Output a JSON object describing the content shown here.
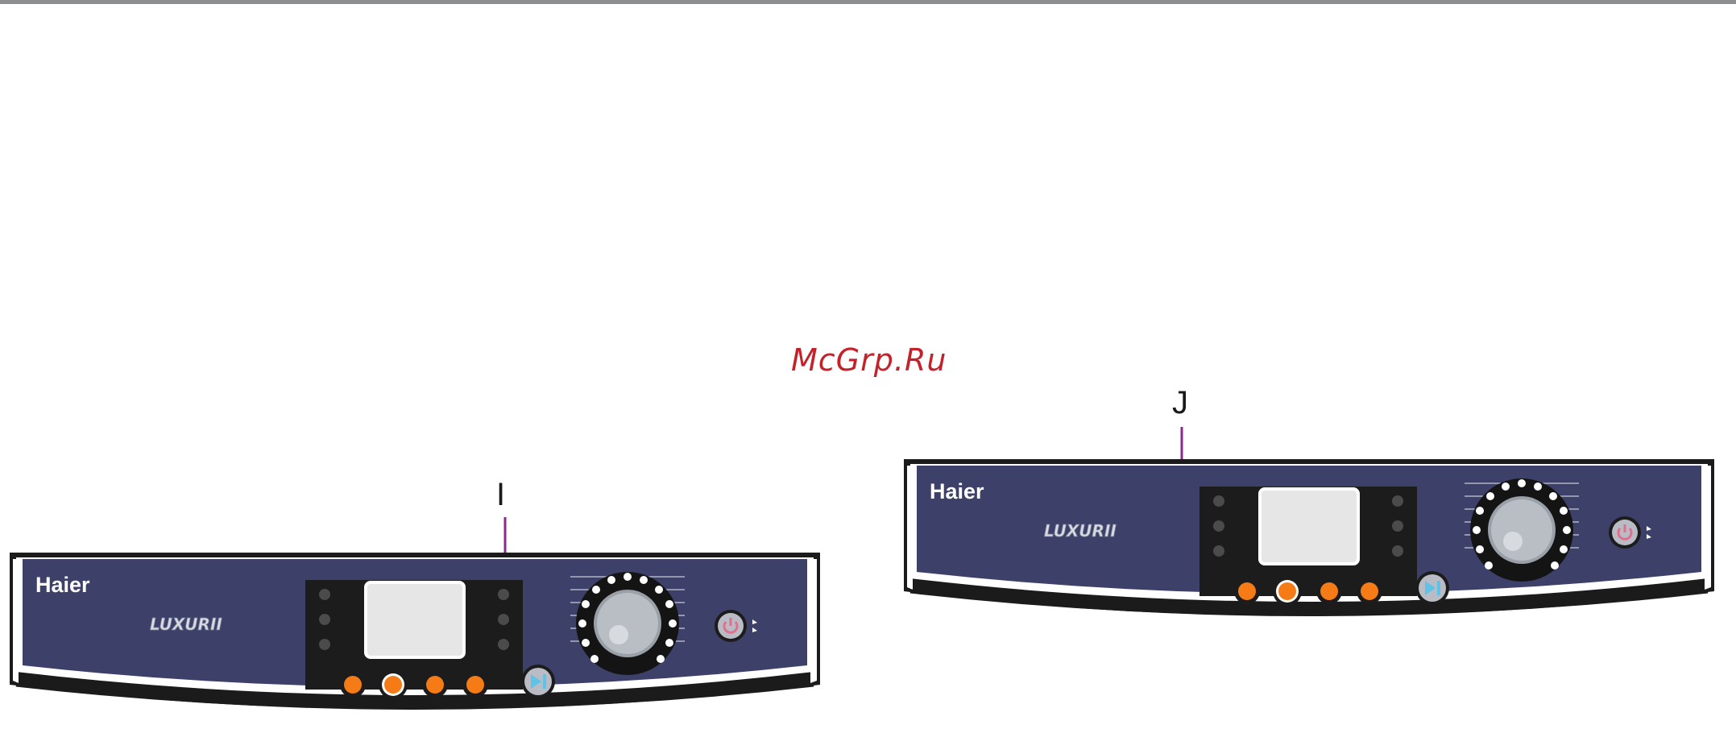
{
  "watermark": "McGrp.Ru",
  "callouts": [
    {
      "letter": "I",
      "target": "right-column-led-1"
    },
    {
      "letter": "J",
      "target": "left-column-led-2"
    }
  ],
  "panel": {
    "brand": "Haier",
    "model": "LUXURII"
  },
  "colors": {
    "panel_face": "#3d4169",
    "panel_shell": "#1b1b1b",
    "display_bezel": "#1c1c1c",
    "display_screen": "#e6e6e6",
    "orange_button": "#f47b16",
    "play_button": "#5ec3e6",
    "power_icon": "#e0718e",
    "callout_line": "#8a2a8f",
    "watermark": "#c4222b"
  },
  "icons": {
    "control_buttons": [
      "orange-round-button",
      "orange-round-button-ringed",
      "orange-round-button",
      "orange-round-button"
    ],
    "start_button": "play-pause-icon",
    "power_button": "power-icon",
    "selector": "program-dial-knob"
  }
}
